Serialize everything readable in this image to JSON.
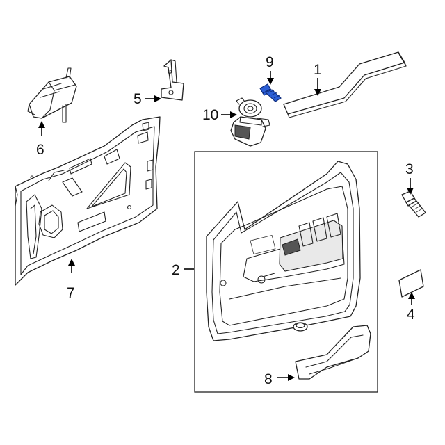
{
  "callouts": {
    "c1": "1",
    "c2": "2",
    "c3": "3",
    "c4": "4",
    "c5": "5",
    "c6": "6",
    "c7": "7",
    "c8": "8",
    "c9": "9",
    "c10": "10"
  },
  "colors": {
    "line": "#222222",
    "highlight": "#2c5fd6",
    "background": "#ffffff"
  }
}
